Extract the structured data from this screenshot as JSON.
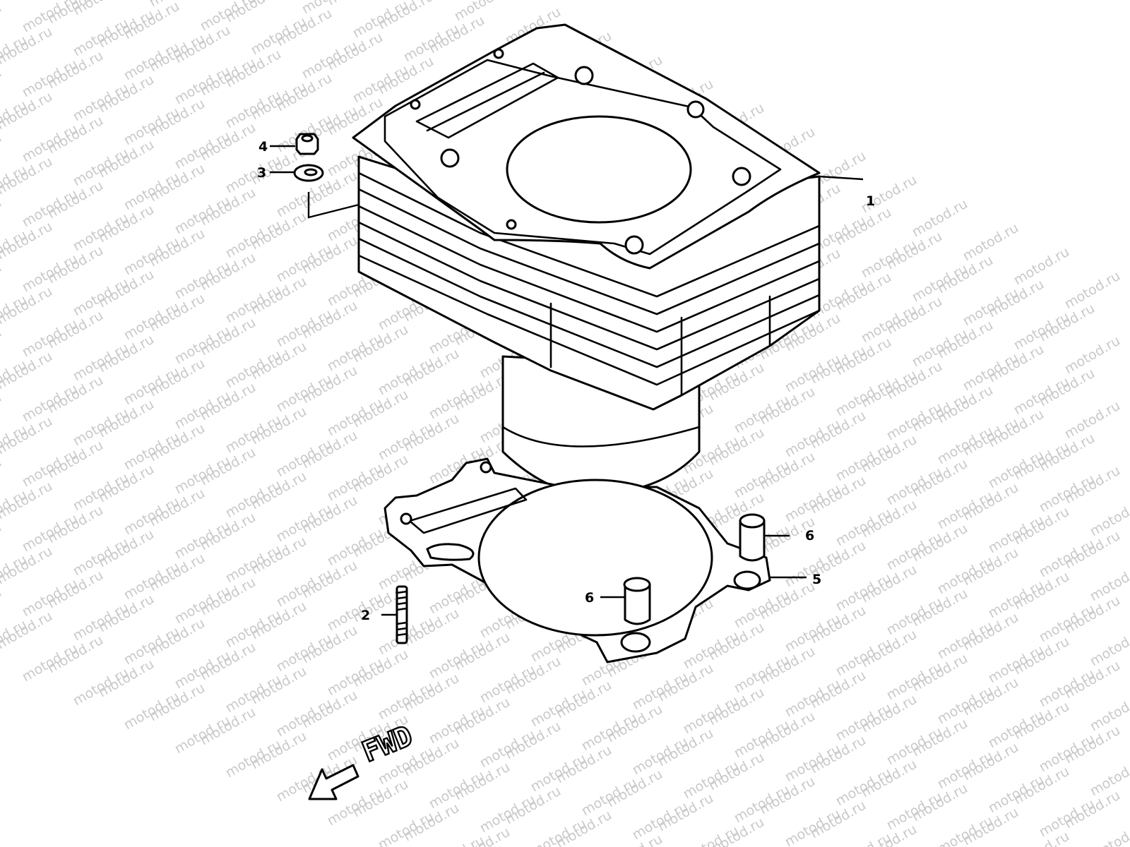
{
  "watermark": {
    "text": "motod.ru",
    "color": "#c9c9c9"
  },
  "callouts": [
    {
      "id": "part-1-callout",
      "number": "1"
    },
    {
      "id": "part-2-callout",
      "number": "2"
    },
    {
      "id": "part-3-callout",
      "number": "3"
    },
    {
      "id": "part-4-callout",
      "number": "4"
    },
    {
      "id": "part-5-callout",
      "number": "5"
    },
    {
      "id": "part-6a-callout",
      "number": "6"
    },
    {
      "id": "part-6b-callout",
      "number": "6"
    }
  ],
  "direction": {
    "label": "FWD",
    "icon": "arrow-left-down-icon"
  }
}
